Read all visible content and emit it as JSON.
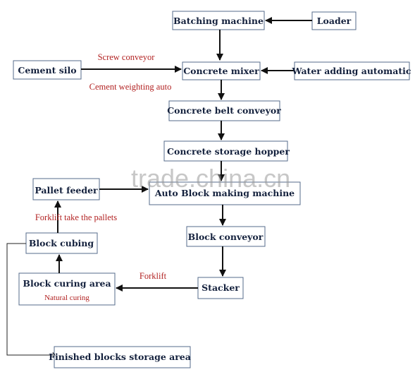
{
  "nodes": {
    "batching": "Batching machine",
    "loader": "Loader",
    "cement_silo": "Cement silo",
    "mixer": "Concrete mixer",
    "water": "Water adding automatic",
    "belt": "Concrete belt conveyor",
    "hopper": "Concrete storage hopper",
    "pallet_feeder": "Pallet feeder",
    "block_machine": "Auto Block making machine",
    "block_conveyor": "Block conveyor",
    "cubing": "Block cubing",
    "curing": "Block curing area",
    "stacker": "Stacker",
    "finished": "Finished blocks storage area"
  },
  "edge_labels": {
    "screw": "Screw conveyor",
    "cement_weighting": "Cement weighting auto",
    "forklift_pallets": "Forklift take the pallets",
    "forklift": "Forklift",
    "natural_curing": "Natural curing"
  },
  "watermark": "trade.china.cn"
}
